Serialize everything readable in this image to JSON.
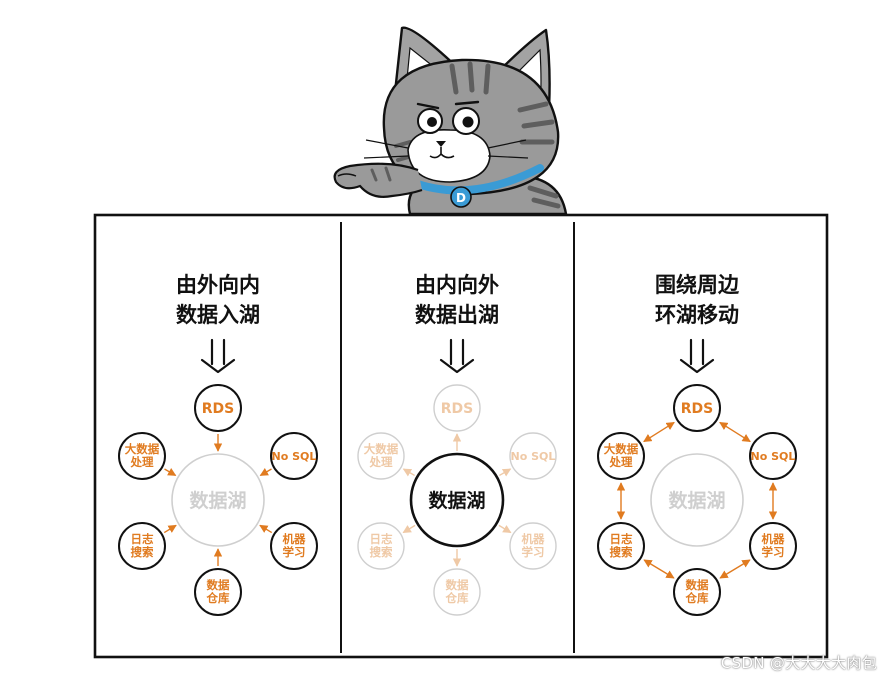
{
  "colors": {
    "accent": "#e07b20",
    "faded_accent": "#efc9a6",
    "ink": "#111111",
    "faded_ink": "#cfcfcf",
    "cat_body": "#9a9a9a",
    "cat_stripe": "#5e5e5e",
    "collar": "#3a9bd5"
  },
  "panels": [
    {
      "title_line1": "由外向内",
      "title_line2": "数据入湖",
      "mode": "inward",
      "center_label": "数据湖",
      "nodes": [
        {
          "id": "rds",
          "label": "RDS"
        },
        {
          "id": "nosql",
          "label": "No SQL"
        },
        {
          "id": "ml",
          "label": "机器\n学习"
        },
        {
          "id": "warehouse",
          "label": "数据\n仓库"
        },
        {
          "id": "search",
          "label": "日志\n搜索"
        },
        {
          "id": "bigdata",
          "label": "大数据\n处理"
        }
      ]
    },
    {
      "title_line1": "由内向外",
      "title_line2": "数据出湖",
      "mode": "outward",
      "center_label": "数据湖",
      "nodes": [
        {
          "id": "rds",
          "label": "RDS"
        },
        {
          "id": "nosql",
          "label": "No SQL"
        },
        {
          "id": "ml",
          "label": "机器\n学习"
        },
        {
          "id": "warehouse",
          "label": "数据\n仓库"
        },
        {
          "id": "search",
          "label": "日志\n搜索"
        },
        {
          "id": "bigdata",
          "label": "大数据\n处理"
        }
      ]
    },
    {
      "title_line1": "围绕周边",
      "title_line2": "环湖移动",
      "mode": "around",
      "center_label": "数据湖",
      "nodes": [
        {
          "id": "rds",
          "label": "RDS"
        },
        {
          "id": "nosql",
          "label": "No SQL"
        },
        {
          "id": "ml",
          "label": "机器\n学习"
        },
        {
          "id": "warehouse",
          "label": "数据\n仓库"
        },
        {
          "id": "search",
          "label": "日志\n搜索"
        },
        {
          "id": "bigdata",
          "label": "大数据\n处理"
        }
      ]
    }
  ],
  "watermark": "CSDN @大大大大肉包",
  "icons": {
    "cat": "cartoon-cat-icon",
    "collar_tag_letter": "D"
  }
}
